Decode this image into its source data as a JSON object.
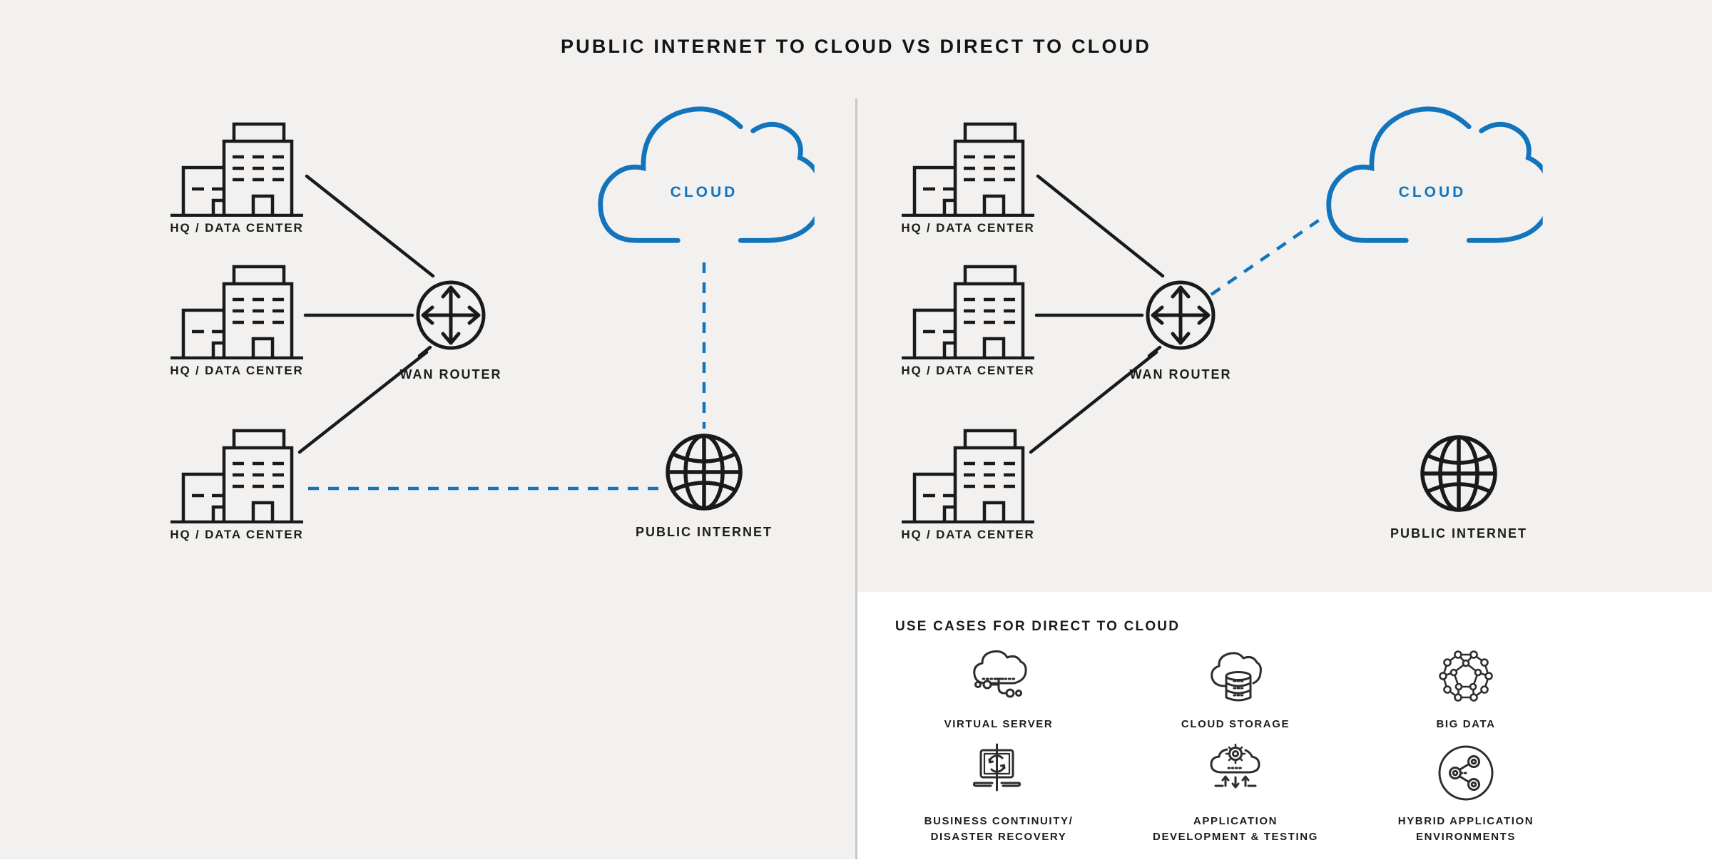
{
  "title": "PUBLIC INTERNET TO CLOUD VS DIRECT TO CLOUD",
  "colors": {
    "accent_blue": "#1274BC",
    "line_black": "#1A1A1A",
    "background_gray": "#F2F1EF",
    "divider_gray": "#C9C8C6",
    "panel_white": "#FFFFFF",
    "use_case_icon_dark": "#2C2E2D"
  },
  "left_diagram": {
    "buildings": [
      {
        "label": "HQ / DATA CENTER"
      },
      {
        "label": "HQ / DATA CENTER"
      },
      {
        "label": "HQ / DATA CENTER"
      }
    ],
    "router_label": "WAN ROUTER",
    "cloud_label": "CLOUD",
    "internet_label": "PUBLIC INTERNET"
  },
  "right_diagram": {
    "buildings": [
      {
        "label": "HQ / DATA CENTER"
      },
      {
        "label": "HQ / DATA CENTER"
      },
      {
        "label": "HQ / DATA CENTER"
      }
    ],
    "router_label": "WAN ROUTER",
    "cloud_label": "CLOUD",
    "internet_label": "PUBLIC INTERNET"
  },
  "use_cases": {
    "heading": "USE CASES FOR DIRECT TO CLOUD",
    "items": [
      {
        "label": "VIRTUAL SERVER"
      },
      {
        "label": "CLOUD STORAGE"
      },
      {
        "label": "BIG DATA"
      },
      {
        "label": "BUSINESS CONTINUITY/\nDISASTER RECOVERY"
      },
      {
        "label": "APPLICATION\nDEVELOPMENT & TESTING"
      },
      {
        "label": "HYBRID APPLICATION\nENVIRONMENTS"
      }
    ]
  }
}
